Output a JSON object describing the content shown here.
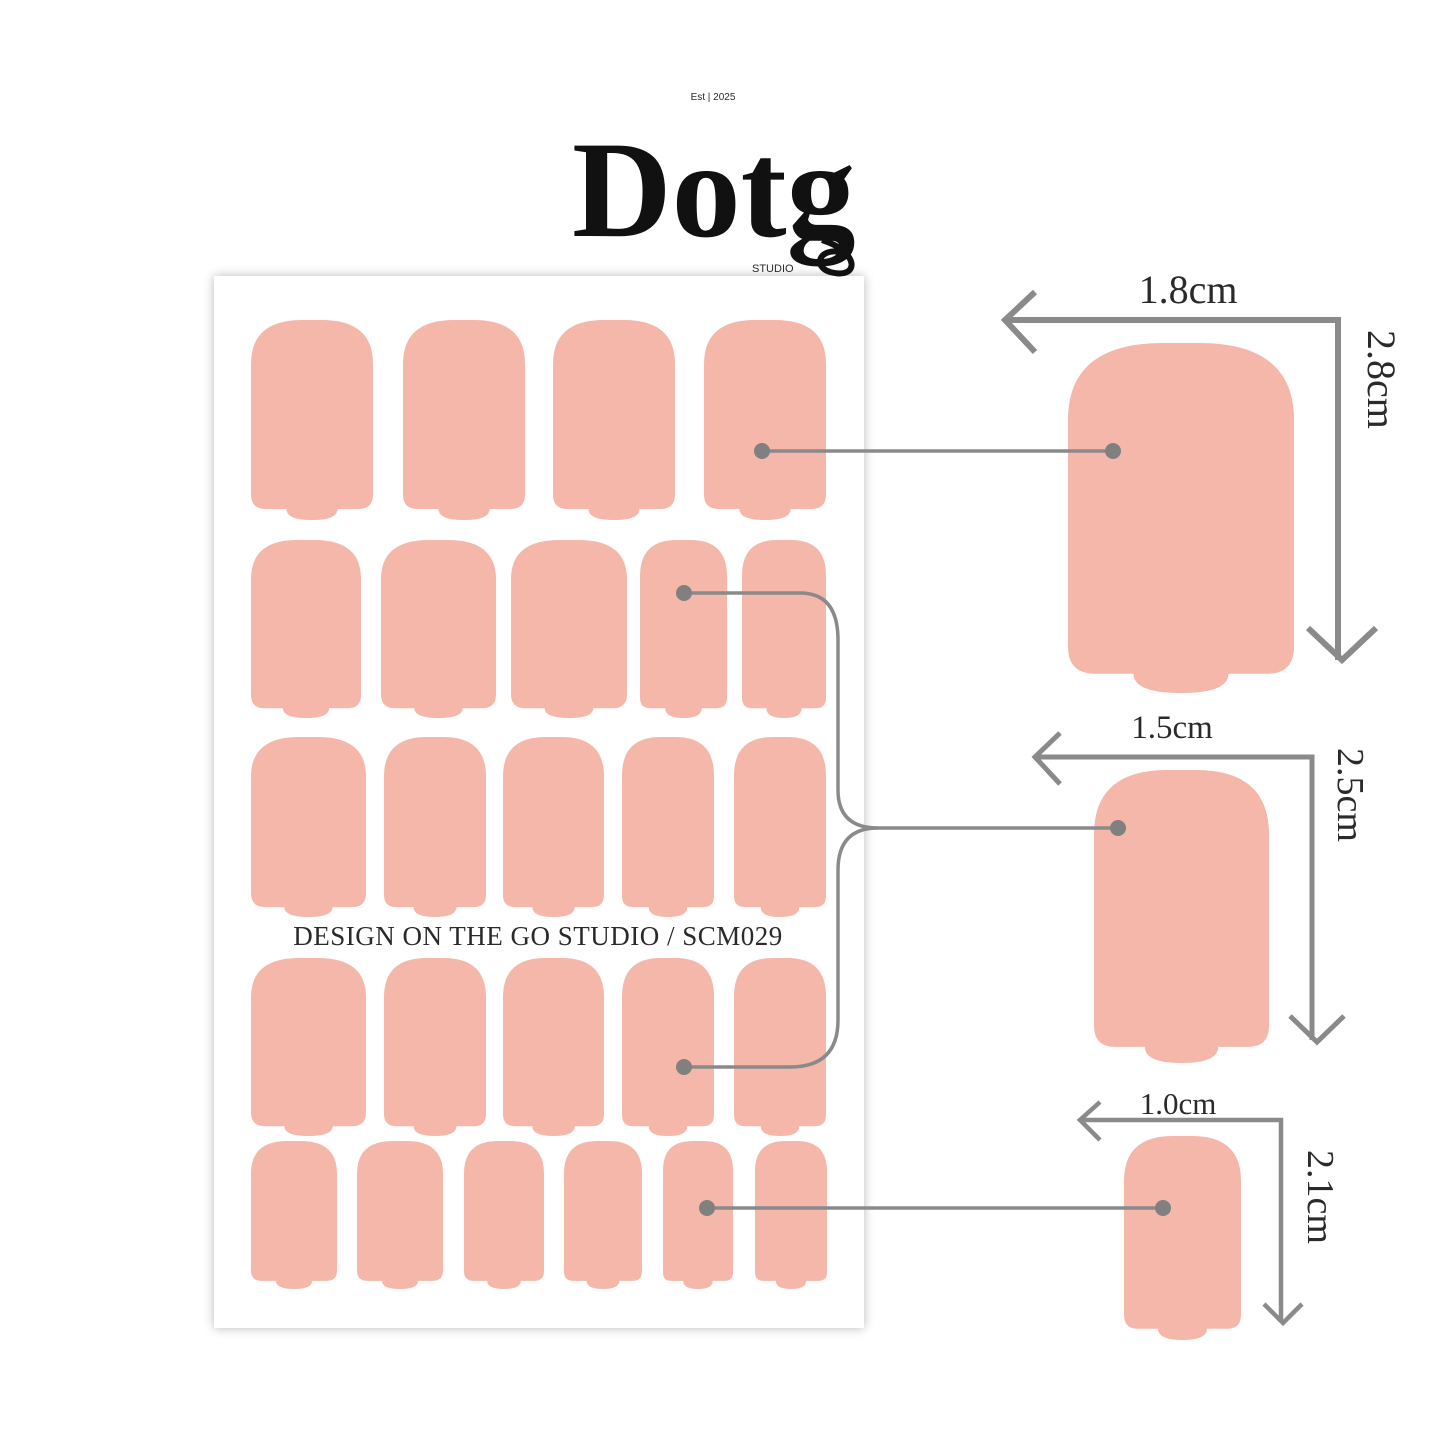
{
  "brand": {
    "established": "Est | 2025",
    "logo_text": "Dotg",
    "sub": "STUDIO"
  },
  "sheet": {
    "design_text": "DESIGN ON THE GO STUDIO / SCM029",
    "sticker_color": "#f4b7aa"
  },
  "sizes": [
    {
      "width": "1.8cm",
      "height": "2.8cm"
    },
    {
      "width": "1.5cm",
      "height": "2.5cm"
    },
    {
      "width": "1.0cm",
      "height": "2.1cm"
    }
  ],
  "colors": {
    "sticker": "#f4b7aa",
    "arrow": "#8a8a8a",
    "dot": "#808080",
    "text": "#2a2a2a"
  }
}
